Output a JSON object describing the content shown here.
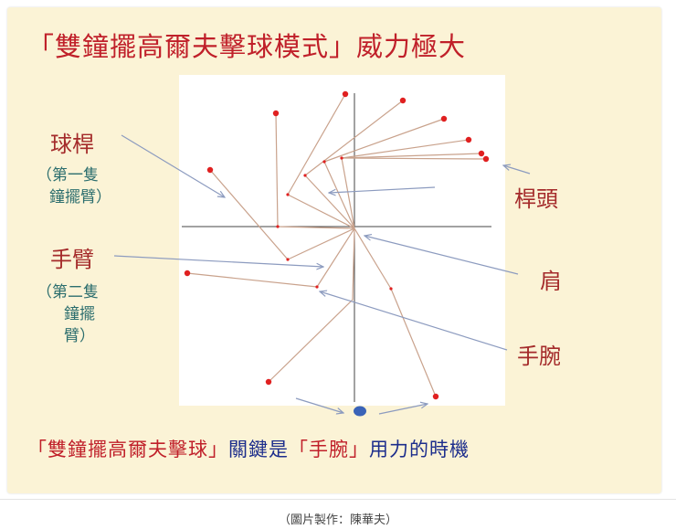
{
  "title": "「雙鐘擺高爾夫擊球模式」威力極大",
  "labels": {
    "club": "球桿",
    "club_note": [
      "（第一隻",
      "鐘擺臂）"
    ],
    "arm": "手臂",
    "arm_note": [
      "（第二隻",
      "鐘擺",
      "臂）"
    ],
    "club_head": "桿頭",
    "shoulder": "肩",
    "wrist": "手腕"
  },
  "caption": {
    "part1": "「雙鐘擺高爾夫擊球」",
    "part2": "關鍵是",
    "part3": "「手腕」",
    "part4": "用力的時機"
  },
  "credit": "（圖片製作：陳華夫）",
  "colors": {
    "title_red": "#c0202a",
    "caption_blue": "#1c2d8c",
    "label_red": "#a42a2a",
    "note_teal": "#2c6e6e",
    "line_brown": "#c9a28c",
    "dot_red": "#e02020",
    "ball_blue": "#3a63b8"
  }
}
